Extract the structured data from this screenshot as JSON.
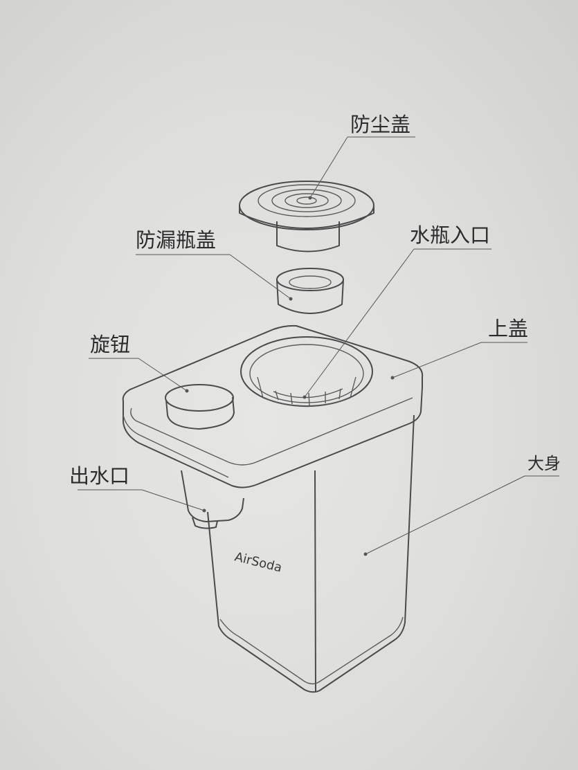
{
  "labels": {
    "dust_cover": "防尘盖",
    "leakproof_cap": "防漏瓶盖",
    "bottle_inlet": "水瓶入口",
    "top_cover": "上盖",
    "knob": "旋钮",
    "spout": "出水口",
    "body": "大身"
  },
  "brand": "AirSoda"
}
